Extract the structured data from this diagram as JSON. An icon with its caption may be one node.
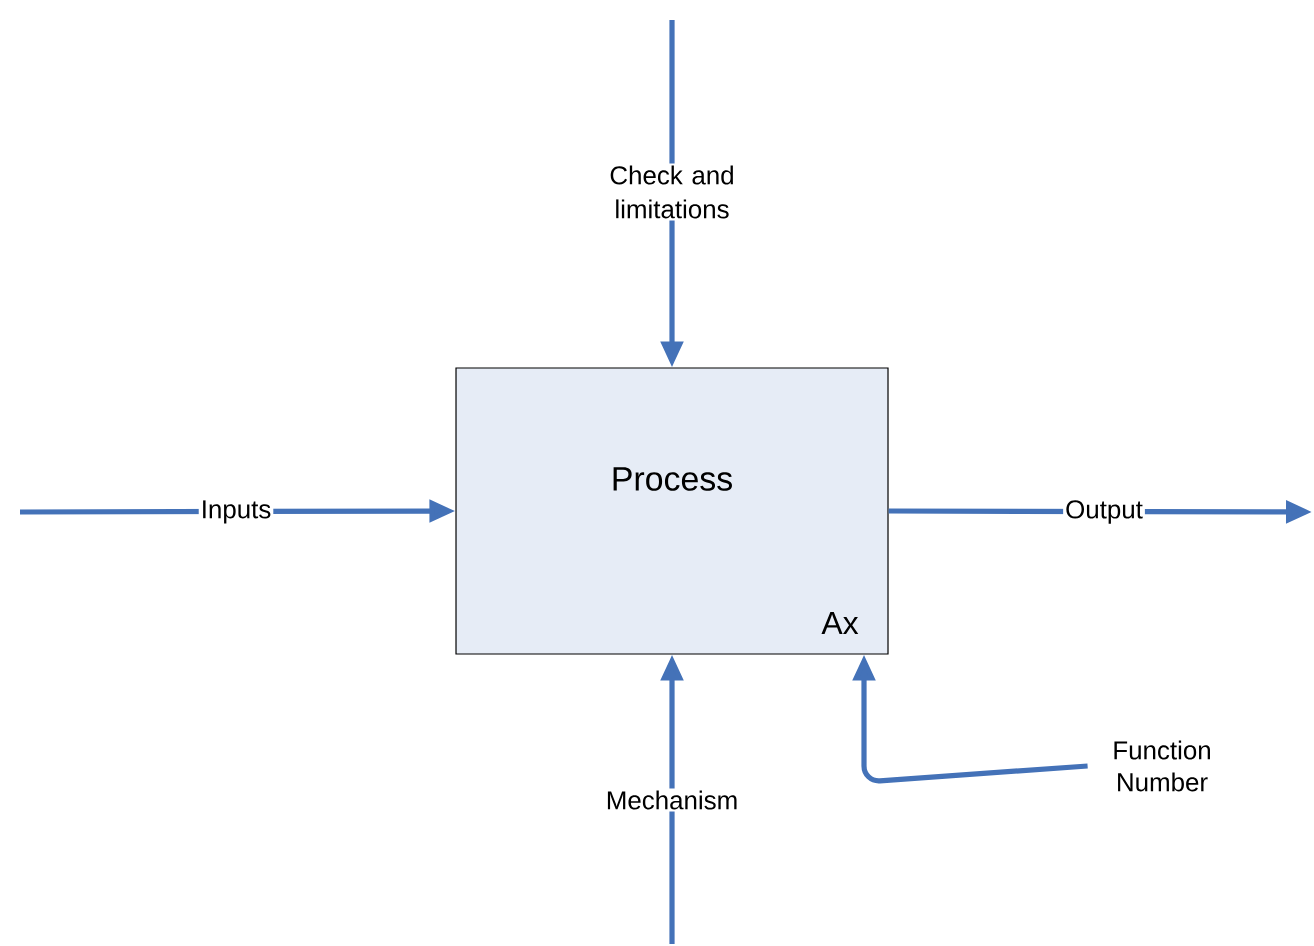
{
  "diagram": {
    "nodes": [
      {
        "text": [
          "Process",
          "Ax"
        ]
      },
      {
        "text": [
          "Function Number"
        ]
      }
    ],
    "edges": [
      {
        "from": null,
        "to": 0,
        "arrow": "to",
        "label": "Check and limitations"
      },
      {
        "from": null,
        "to": 0,
        "arrow": "to",
        "label": "Inputs"
      },
      {
        "from": 0,
        "to": null,
        "arrow": "to",
        "label": "Output"
      },
      {
        "from": null,
        "to": 0,
        "arrow": "to",
        "label": "Mechanism"
      },
      {
        "from": 1,
        "to": 0,
        "arrow": "to"
      }
    ]
  }
}
